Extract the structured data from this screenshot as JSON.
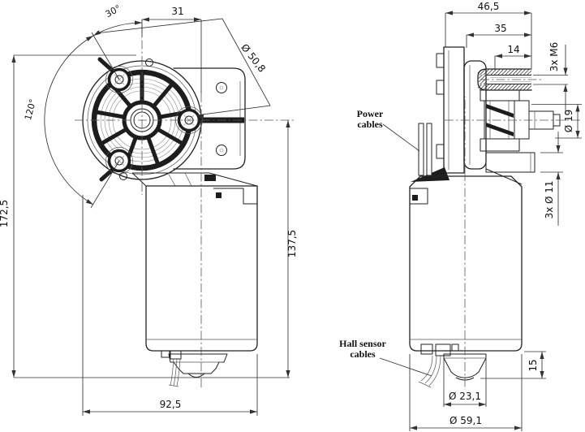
{
  "drawing": {
    "front_view": {
      "angle_top": "30°",
      "axis_offset": "31",
      "bolt_circle_dia": "Ø 50,8",
      "angle_bosses": "120°",
      "height_total": "172,5",
      "height_body": "137,5",
      "width_body": "92,5"
    },
    "side_view": {
      "depth_total": "46,5",
      "depth_gearbox": "35",
      "boss_length": "14",
      "mount_thread": "3x M6",
      "shaft_dia": "Ø 19",
      "mount_holes": "3x Ø 11",
      "endbell_height": "15",
      "endbell_dia": "Ø 23,1",
      "motor_dia": "Ø 59,1"
    },
    "labels": {
      "power_line1": "Power",
      "power_line2": "cables",
      "hall_line1": "Hall sensor",
      "hall_line2": "cables"
    },
    "colors": {
      "line": "#222222",
      "background": "#ffffff"
    }
  }
}
